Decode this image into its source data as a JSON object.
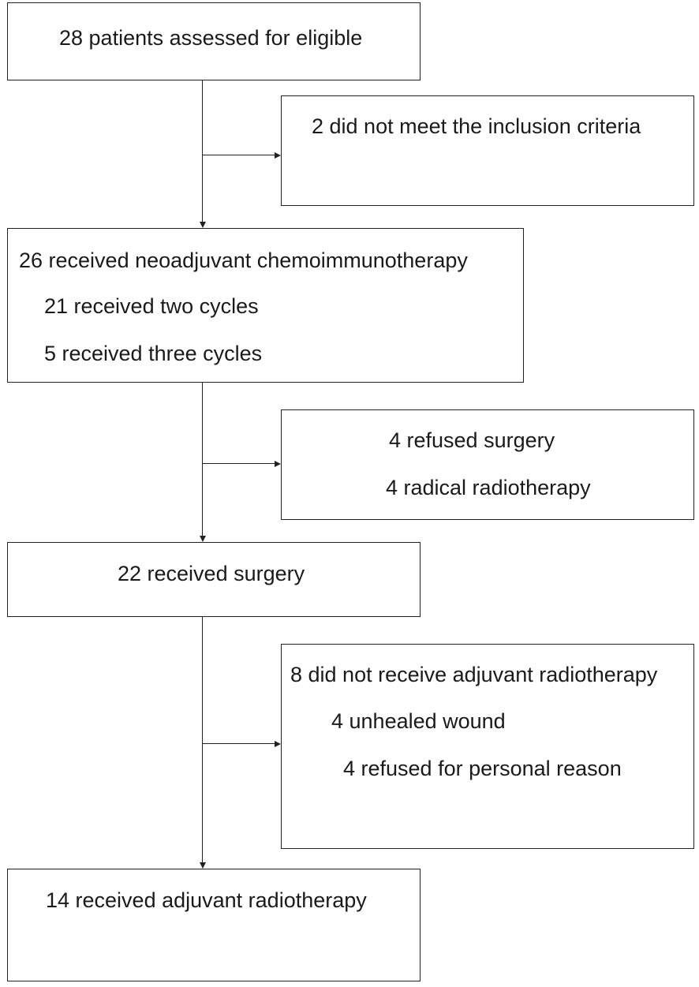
{
  "flowchart": {
    "assessed": {
      "line1": "28 patients assessed for eligible"
    },
    "excluded_inclusion": {
      "line1": "2 did not meet the inclusion criteria"
    },
    "neoadjuvant": {
      "line1": "26 received neoadjuvant chemoimmunotherapy",
      "line2": "21 received two cycles",
      "line3": "5 received three cycles"
    },
    "no_surgery": {
      "line1": "4 refused surgery",
      "line2": "4 radical radiotherapy"
    },
    "surgery": {
      "line1": "22 received surgery"
    },
    "no_adjuvant": {
      "line1": "8 did not receive adjuvant radiotherapy",
      "line2": "4 unhealed wound",
      "line3": "4 refused for personal reason"
    },
    "adjuvant": {
      "line1": "14 received adjuvant radiotherapy"
    }
  }
}
